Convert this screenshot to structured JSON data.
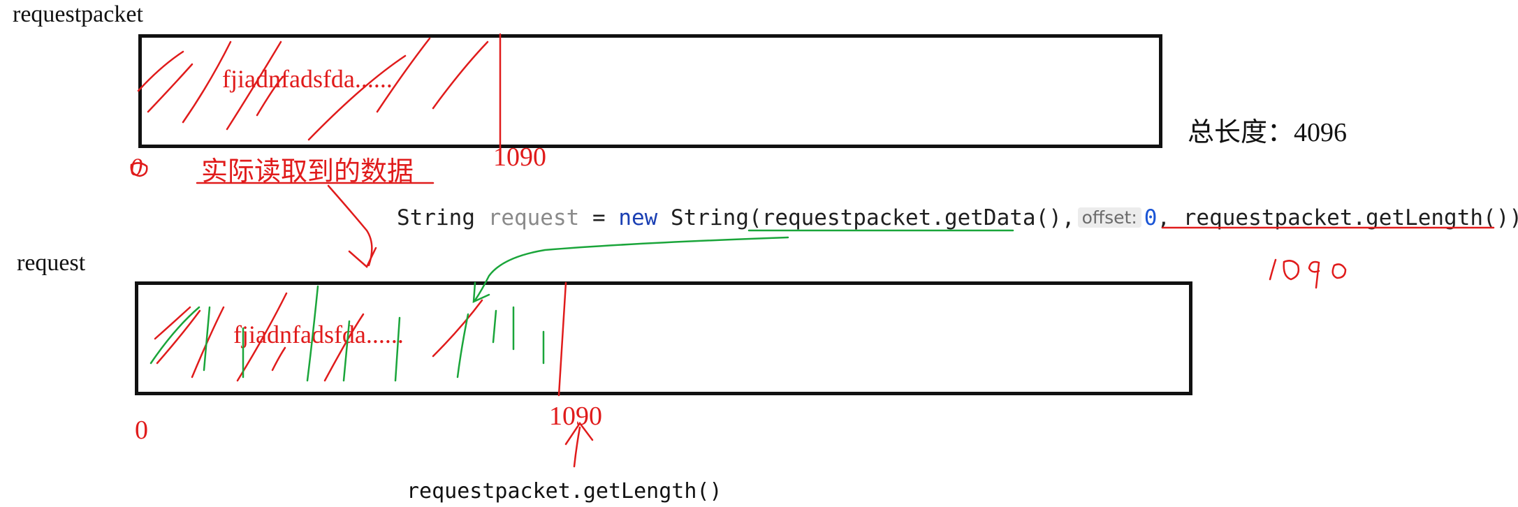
{
  "top_buffer": {
    "label": "requestpacket",
    "content_text": "fjiadnfadsfda......",
    "offset_label": "0",
    "data_end_label": "1090",
    "total_length_label": "总长度：4096",
    "actual_data_note": "实际读取到的数据"
  },
  "code": {
    "type": "String",
    "var": "request",
    "op": "=",
    "kw_new": "new",
    "ctor": "String(",
    "arg1": "requestpacket.getData()",
    "sep1": ",",
    "hint": "offset:",
    "arg2": "0",
    "sep2": ",",
    "arg3": "requestpacket.getLength()",
    "end": ");",
    "handwritten_length": "1090"
  },
  "bottom_buffer": {
    "label": "request",
    "content_text": "fjiadnfadsfda......",
    "offset_label": "0",
    "data_end_label": "1090",
    "length_source_label": "requestpacket.getLength()"
  },
  "colors": {
    "ink": "#111111",
    "red_pen": "#e01b1b",
    "green_pen": "#1aa53a"
  }
}
